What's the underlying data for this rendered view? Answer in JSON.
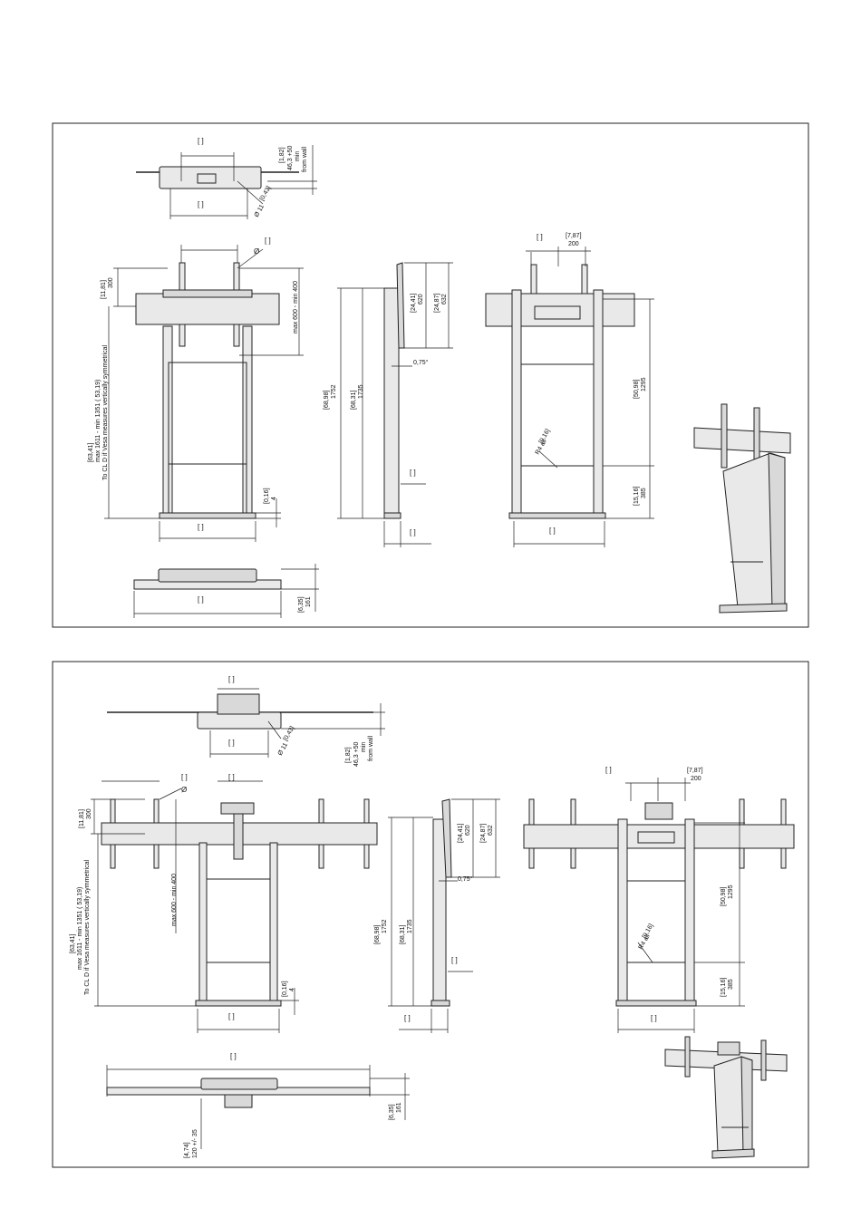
{
  "panel1": {
    "top": {
      "bracket_top": "[      ]",
      "bracket_bottom": "[      ]",
      "wall_imp": "[1,82]",
      "wall_mm": "46,3 +50",
      "wall_min": "min",
      "wall_from": "from wall",
      "hole_imp": "[0,43]",
      "hole_mm": "Ø 11"
    },
    "front": {
      "phi": "Ø",
      "phi_bracket": "[    ]",
      "h300_imp": "[11,81]",
      "h300_mm": "300",
      "vesa_range": "max 600 - min 400",
      "cl_imp": "[63,41]",
      "cl_range": "max 1611 - min 1351 ( 53,19)",
      "cl_note": "To CL D if Vesa measures vertically symmetrical",
      "h4_imp": "[0,16]",
      "h4_mm": "4",
      "width_bracket": "[      ]"
    },
    "side": {
      "d620_imp": "[24,41]",
      "d620_mm": "620",
      "d632_imp": "[24,87]",
      "d632_mm": "632",
      "angle": "0,75°",
      "h1752_imp": "[68,98]",
      "h1752_mm": "1752",
      "h1735_imp": "[68,31]",
      "h1735_mm": "1735",
      "br1": "[    ]",
      "br2": "[    ]"
    },
    "rear": {
      "br_top": "[    ]",
      "w200_imp": "[7,87]",
      "w200_mm": "200",
      "h1295_imp": "[50,98]",
      "h1295_mm": "1295",
      "r4_imp": "[0,16]",
      "r4_mm": "R4 all",
      "h385_imp": "[15,16]",
      "h385_mm": "385",
      "br_bottom": "[      ]"
    },
    "plan": {
      "br": "[      ]",
      "d161_imp": "[6,35]",
      "d161_mm": "161"
    }
  },
  "panel2": {
    "top": {
      "bracket_top": "[      ]",
      "bracket_bottom": "[      ]",
      "hole_imp": "[0,43]",
      "hole_mm": "Ø 11",
      "wall_imp": "[1,82]",
      "wall_mm": "46,3 +50",
      "wall_min": "min",
      "wall_from": "from wall"
    },
    "front": {
      "phi": "Ø",
      "br_a": "[      ]",
      "br_b": "[      ]",
      "h300_imp": "[11,81]",
      "h300_mm": "300",
      "vesa_range": "max 600 - min 400",
      "cl_imp": "[63,41]",
      "cl_range": "max 1611 - min 1351 ( 53,19)",
      "cl_note": "To CL D if Vesa measures vertically symmetrical",
      "h4_imp": "[0,16]",
      "h4_mm": "4",
      "width_bracket": "[      ]"
    },
    "side": {
      "d620_imp": "[24,41]",
      "d620_mm": "620",
      "d632_imp": "[24,87]",
      "d632_mm": "632",
      "angle": "0,75°",
      "h1752_imp": "[68,98]",
      "h1752_mm": "1752",
      "h1735_imp": "[68,31]",
      "h1735_mm": "1735",
      "br1": "[    ]",
      "br2": "[    ]"
    },
    "rear": {
      "br_top": "[    ]",
      "w200_imp": "[7,87]",
      "w200_mm": "200",
      "h1295_imp": "[50,98]",
      "h1295_mm": "1295",
      "r4_imp": "[0,16]",
      "r4_mm": "R4 all",
      "h385_imp": "[15,16]",
      "h385_mm": "385",
      "br_bottom": "[      ]"
    },
    "plan": {
      "br": "[      ]",
      "d161_imp": "[6,35]",
      "d161_mm": "161",
      "d120_imp": "[4,74]",
      "d120_mm": "120 +/- 35"
    }
  }
}
